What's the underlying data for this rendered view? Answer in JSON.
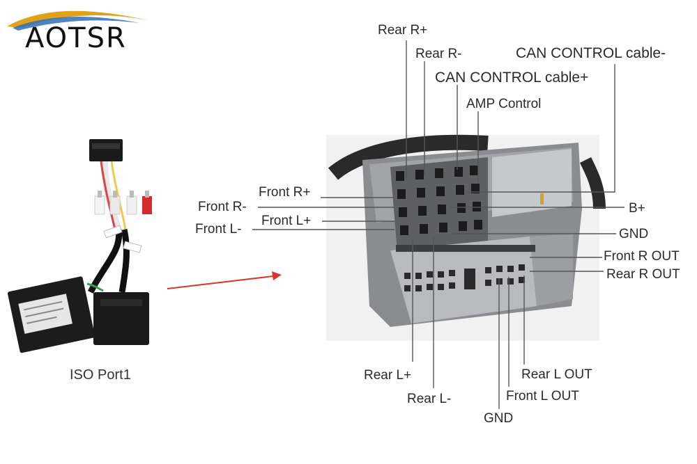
{
  "brand": {
    "logo_text": "AOTSR"
  },
  "product": {
    "caption": "ISO Port1"
  },
  "pins": {
    "rear_r_plus": "Rear R+",
    "rear_r_minus": "Rear R-",
    "can_control_minus": "CAN CONTROL cable-",
    "can_control_plus": "CAN CONTROL cable+",
    "amp_control": "AMP Control",
    "front_r_plus": "Front R+",
    "front_r_minus": "Front R-",
    "front_l_plus": "Front L+",
    "front_l_minus": "Front L-",
    "b_plus": "B+",
    "gnd_right": "GND",
    "front_r_out": "Front R OUT",
    "rear_r_out": "Rear R OUT",
    "rear_l_plus": "Rear L+",
    "rear_l_minus": "Rear L-",
    "gnd_bottom": "GND",
    "rear_l_out": "Rear L OUT",
    "front_l_out": "Front L OUT"
  },
  "colors": {
    "arrow": "#d9342b",
    "logo_swoosh": "#e0a21a",
    "logo_swoosh_blue": "#2f6fb8"
  }
}
